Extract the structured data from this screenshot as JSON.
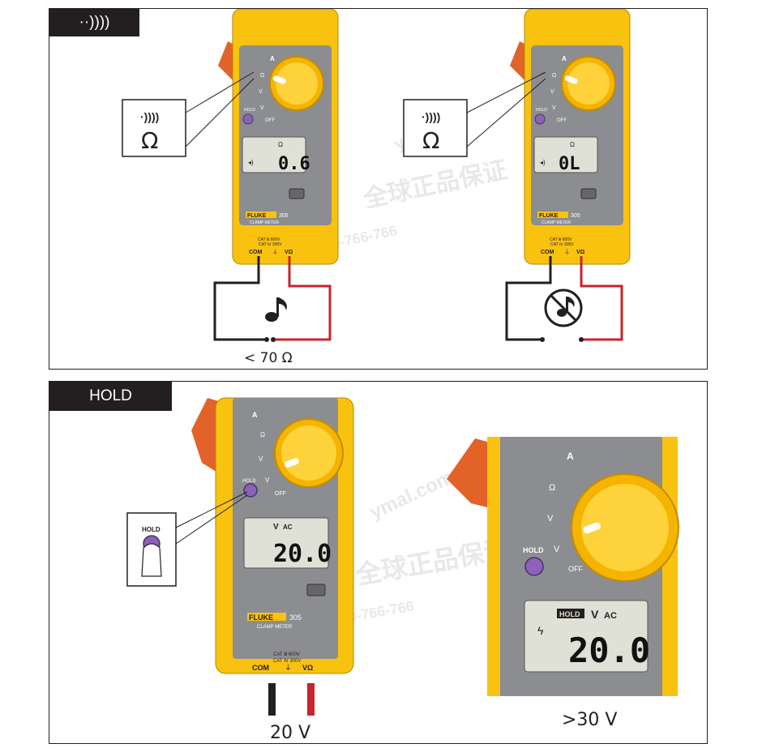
{
  "panels": {
    "continuity": {
      "tab_label": "··))))",
      "callout_symbol": "Ω",
      "left_meter": {
        "reading": "0.6",
        "unit": "Ω",
        "result_icon": "music-note-icon"
      },
      "right_meter": {
        "reading": "0L",
        "unit": "Ω",
        "result_icon": "no-sound-icon"
      },
      "threshold_label": "< 70 Ω"
    },
    "hold": {
      "tab_label": "HOLD",
      "callout_label": "HOLD",
      "left_reading": "20.0",
      "right_reading": "20.0",
      "left_caption": "20 V",
      "right_caption": ">30 V",
      "hold_badge": "HOLD",
      "unit_v": "V",
      "unit_ac": "AC"
    }
  },
  "meter": {
    "brand": "FLUKE",
    "model": "305",
    "subtitle": "CLAMP METER",
    "cat1": "CAT Ⅲ 600V",
    "cat2": "CAT Ⅳ 300V",
    "com": "COM",
    "vohm": "VΩ",
    "dial_a": "A",
    "dial_ohm": "Ω",
    "dial_vdc": "V",
    "dial_vac": "V",
    "hold": "HOLD",
    "off": "OFF"
  },
  "watermark": {
    "line1": "全球正品保证",
    "line2": "400-766-766",
    "line3": "ymal.com"
  },
  "colors": {
    "meter_yellow": "#f9c20f",
    "meter_gray": "#8c8d90",
    "clamp_orange": "#e2622a",
    "lead_red": "#c8242b",
    "lead_black": "#231f20",
    "lcd": "#dfe0d6"
  }
}
